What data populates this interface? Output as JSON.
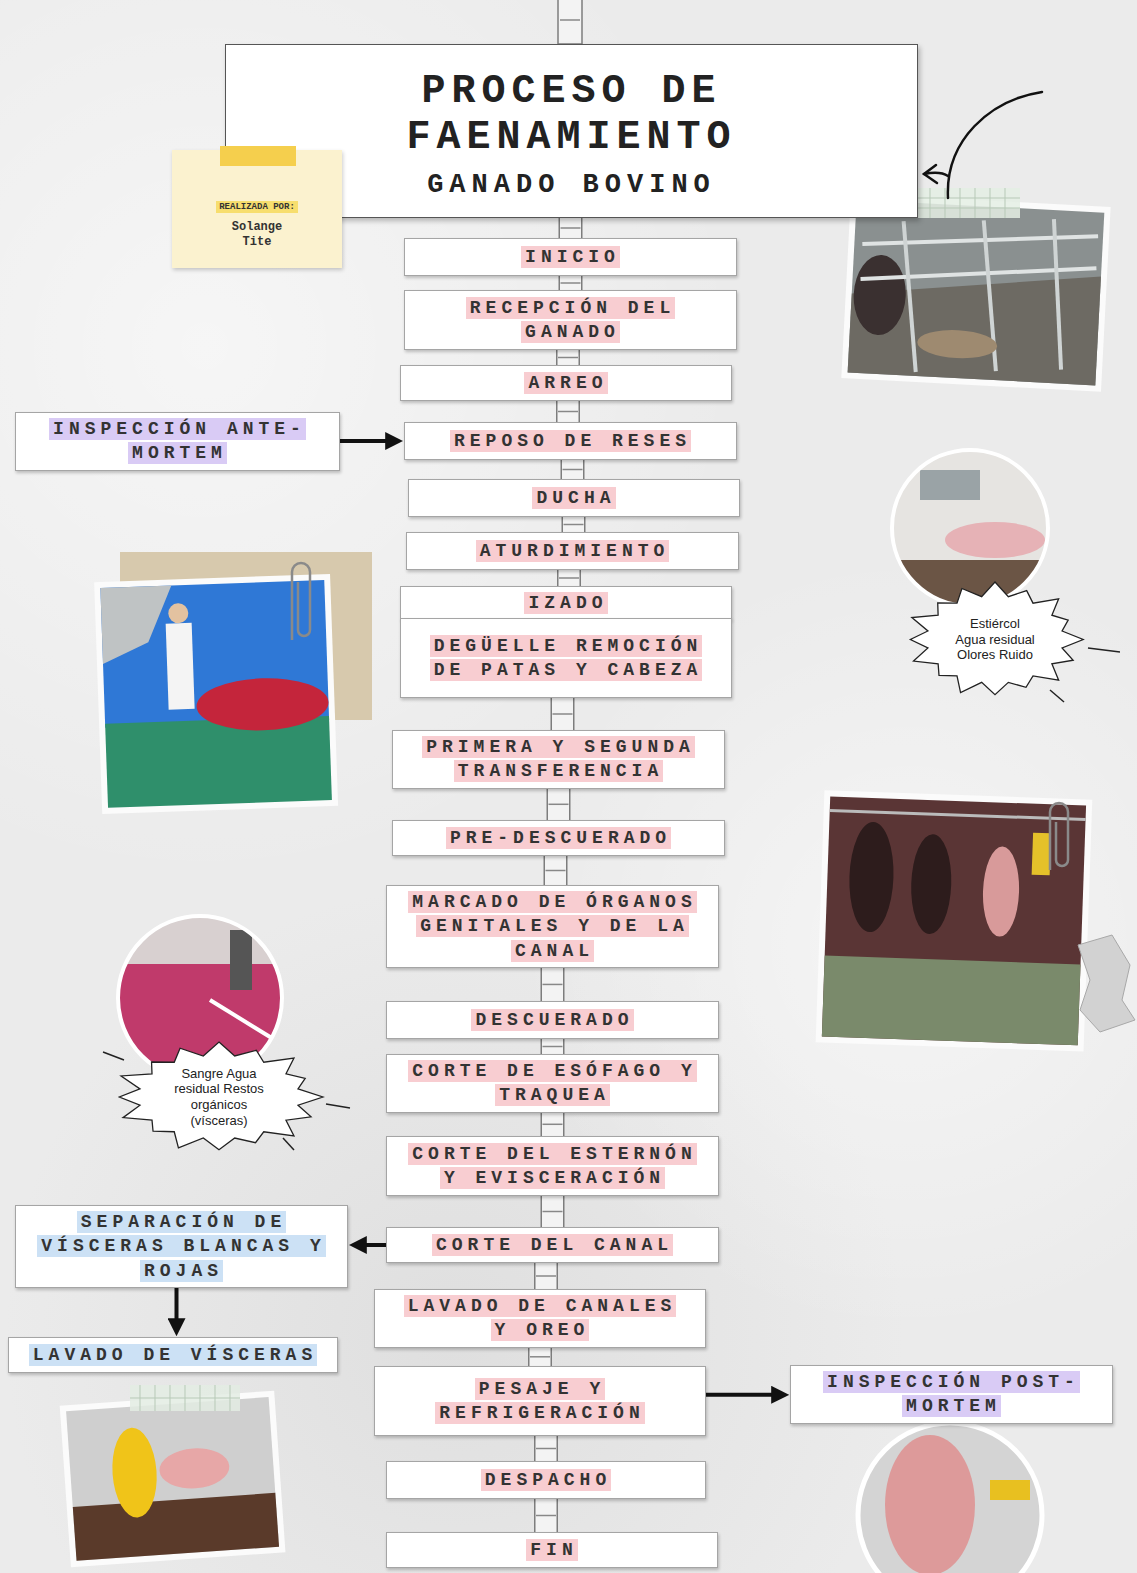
{
  "diagram": {
    "nodes": [
      {
        "text": [
          "PROCESO DE FAENAMIENTO",
          "GANADO BOVINO"
        ]
      },
      {
        "text": [
          "REALIZADA POR:",
          "Solange Tite"
        ]
      },
      {
        "text": [
          "INICIO"
        ]
      },
      {
        "text": [
          "RECEPCIÓN DEL GANADO"
        ]
      },
      {
        "text": [
          "ARREO"
        ]
      },
      {
        "text": [
          "INSPECCIÓN ANTE-MORTEM"
        ]
      },
      {
        "text": [
          "REPOSO DE RESES"
        ]
      },
      {
        "text": [
          "DUCHA"
        ]
      },
      {
        "text": [
          "ATURDIMIENTO"
        ]
      },
      {
        "text": [
          "Estiércol Agua residual Olores Ruido"
        ]
      },
      {
        "text": [
          "IZADO"
        ]
      },
      {
        "text": [
          "DEGÜELLE REMOCIÓN DE PATAS Y CABEZA"
        ]
      },
      {
        "text": [
          "PRIMERA Y SEGUNDA TRANSFERENCIA"
        ]
      },
      {
        "text": [
          "PRE-DESCUERADO"
        ]
      },
      {
        "text": [
          "MARCADO DE ÓRGANOS GENITALES Y DE LA CANAL"
        ]
      },
      {
        "text": [
          "DESCUERADO"
        ]
      },
      {
        "text": [
          "Sangre Agua residual Restos orgánicos (vísceras)"
        ]
      },
      {
        "text": [
          "CORTE DE ESÓFAGO Y TRAQUEA"
        ]
      },
      {
        "text": [
          "CORTE DEL ESTERNÓN Y EVISCERACIÓN"
        ]
      },
      {
        "text": [
          "SEPARACIÓN DE VÍSCERAS BLANCAS Y ROJAS"
        ]
      },
      {
        "text": [
          "CORTE DEL CANAL"
        ]
      },
      {
        "text": [
          "LAVADO DE VÍSCERAS"
        ]
      },
      {
        "text": [
          "LAVADO DE CANALES Y OREO"
        ]
      },
      {
        "text": [
          "PESAJE Y REFRIGERACIÓN"
        ]
      },
      {
        "text": [
          "INSPECCIÓN POST-MORTEM"
        ]
      },
      {
        "text": [
          "DESPACHO"
        ]
      },
      {
        "text": [
          "FIN"
        ]
      }
    ],
    "edges": [
      {
        "from": 0,
        "to": 2,
        "arrow": "none"
      },
      {
        "from": 2,
        "to": 3,
        "arrow": "none"
      },
      {
        "from": 3,
        "to": 4,
        "arrow": "none"
      },
      {
        "from": 4,
        "to": 6,
        "arrow": "none"
      },
      {
        "from": 5,
        "to": 6,
        "arrow": "to"
      },
      {
        "from": 6,
        "to": 7,
        "arrow": "none"
      },
      {
        "from": 7,
        "to": 8,
        "arrow": "none"
      },
      {
        "from": 8,
        "to": 10,
        "arrow": "none"
      },
      {
        "from": 11,
        "to": 12,
        "arrow": "none"
      },
      {
        "from": 12,
        "to": 13,
        "arrow": "none"
      },
      {
        "from": 13,
        "to": 14,
        "arrow": "none"
      },
      {
        "from": 14,
        "to": 15,
        "arrow": "none"
      },
      {
        "from": 15,
        "to": 17,
        "arrow": "none"
      },
      {
        "from": 17,
        "to": 18,
        "arrow": "none"
      },
      {
        "from": 18,
        "to": 20,
        "arrow": "none"
      },
      {
        "from": 20,
        "to": 19,
        "arrow": "to"
      },
      {
        "from": 19,
        "to": 21,
        "arrow": "to"
      },
      {
        "from": 20,
        "to": 22,
        "arrow": "none"
      },
      {
        "from": 22,
        "to": 23,
        "arrow": "none"
      },
      {
        "from": 23,
        "to": 24,
        "arrow": "to"
      },
      {
        "from": 23,
        "to": 25,
        "arrow": "none"
      },
      {
        "from": 25,
        "to": 26,
        "arrow": "none"
      }
    ]
  }
}
